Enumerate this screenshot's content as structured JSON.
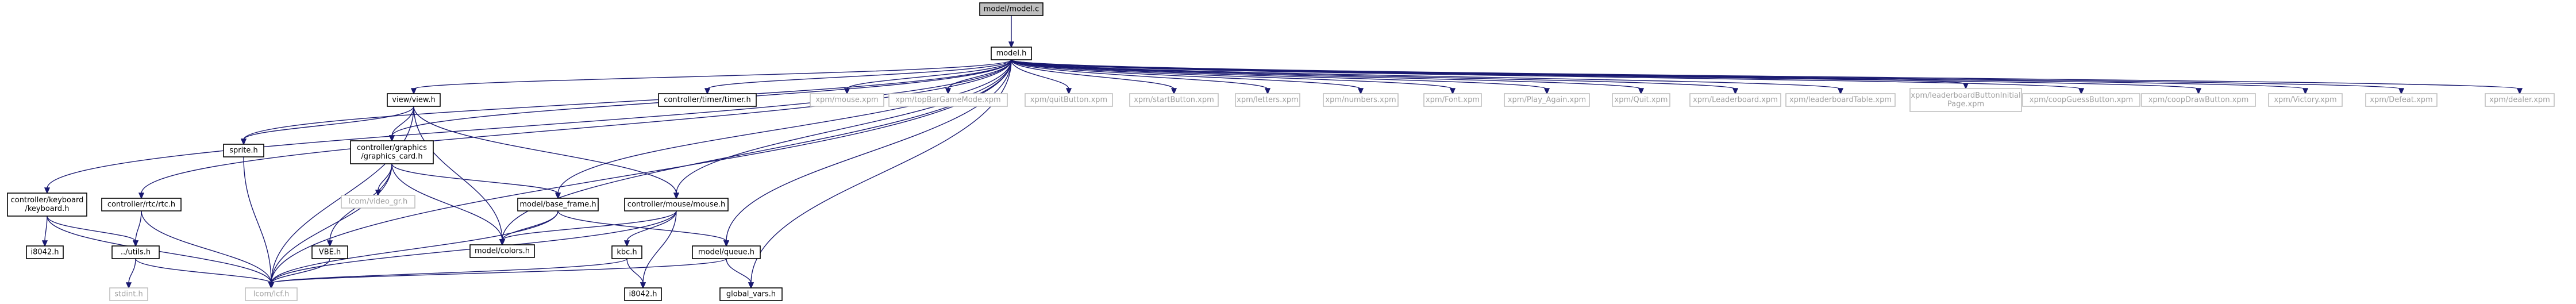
{
  "graph": {
    "title": "model/model.c",
    "colors": {
      "edge": "#191970",
      "node_border": "#000000",
      "node_border_system": "#bfbfbf",
      "root_fill": "#bfbfbf",
      "node_fill": "#ffffff",
      "text": "#000000",
      "text_system": "#a0a0a0"
    },
    "nodes": [
      {
        "id": "model_c",
        "label": "model/model.c",
        "kind": "root"
      },
      {
        "id": "model_h",
        "label": "model.h",
        "kind": "local"
      },
      {
        "id": "ctrl_kbd",
        "label": "controller/keyboard\n/keyboard.h",
        "kind": "local"
      },
      {
        "id": "ctrl_rtc",
        "label": "controller/rtc/rtc.h",
        "kind": "local"
      },
      {
        "id": "sprite",
        "label": "sprite.h",
        "kind": "local"
      },
      {
        "id": "view",
        "label": "view/view.h",
        "kind": "local"
      },
      {
        "id": "ctrl_timer",
        "label": "controller/timer/timer.h",
        "kind": "local"
      },
      {
        "id": "gfx",
        "label": "controller/graphics\n/graphics_card.h",
        "kind": "local"
      },
      {
        "id": "base_frame",
        "label": "model/base_frame.h",
        "kind": "local"
      },
      {
        "id": "ctrl_mouse",
        "label": "controller/mouse/mouse.h",
        "kind": "local"
      },
      {
        "id": "queue",
        "label": "model/queue.h",
        "kind": "local"
      },
      {
        "id": "global_vars",
        "label": "global_vars.h",
        "kind": "local"
      },
      {
        "id": "colors",
        "label": "model/colors.h",
        "kind": "local"
      },
      {
        "id": "utils",
        "label": "../utils.h",
        "kind": "local"
      },
      {
        "id": "vbe",
        "label": "VBE.h",
        "kind": "local"
      },
      {
        "id": "kbc",
        "label": "kbc.h",
        "kind": "local"
      },
      {
        "id": "i8042_kbc",
        "label": "i8042.h",
        "kind": "local"
      },
      {
        "id": "i8042_kbd",
        "label": "i8042.h",
        "kind": "local"
      },
      {
        "id": "lcom_lcf",
        "label": "lcom/lcf.h",
        "kind": "system"
      },
      {
        "id": "stdint",
        "label": "stdint.h",
        "kind": "system"
      },
      {
        "id": "video_gr",
        "label": "lcom/video_gr.h",
        "kind": "system"
      },
      {
        "id": "xpm_mouse",
        "label": "xpm/mouse.xpm",
        "kind": "system"
      },
      {
        "id": "xpm_topbar",
        "label": "xpm/topBarGameMode.xpm",
        "kind": "system"
      },
      {
        "id": "xpm_quitbtn",
        "label": "xpm/quitButton.xpm",
        "kind": "system"
      },
      {
        "id": "xpm_startbtn",
        "label": "xpm/startButton.xpm",
        "kind": "system"
      },
      {
        "id": "xpm_letters",
        "label": "xpm/letters.xpm",
        "kind": "system"
      },
      {
        "id": "xpm_numbers",
        "label": "xpm/numbers.xpm",
        "kind": "system"
      },
      {
        "id": "xpm_font",
        "label": "xpm/Font.xpm",
        "kind": "system"
      },
      {
        "id": "xpm_playagain",
        "label": "xpm/Play_Again.xpm",
        "kind": "system"
      },
      {
        "id": "xpm_quit",
        "label": "xpm/Quit.xpm",
        "kind": "system"
      },
      {
        "id": "xpm_leaderboard",
        "label": "xpm/Leaderboard.xpm",
        "kind": "system"
      },
      {
        "id": "xpm_lbtable",
        "label": "xpm/leaderboardTable.xpm",
        "kind": "system"
      },
      {
        "id": "xpm_lbbtn",
        "label": "xpm/leaderboardButtonInitial\nPage.xpm",
        "kind": "system"
      },
      {
        "id": "xpm_coopguess",
        "label": "xpm/coopGuessButton.xpm",
        "kind": "system"
      },
      {
        "id": "xpm_coopdraw",
        "label": "xpm/coopDrawButton.xpm",
        "kind": "system"
      },
      {
        "id": "xpm_victory",
        "label": "xpm/Victory.xpm",
        "kind": "system"
      },
      {
        "id": "xpm_defeat",
        "label": "xpm/Defeat.xpm",
        "kind": "system"
      },
      {
        "id": "xpm_dealer",
        "label": "xpm/dealer.xpm",
        "kind": "system"
      }
    ],
    "edges": [
      [
        "model_c",
        "model_h"
      ],
      [
        "model_h",
        "ctrl_kbd"
      ],
      [
        "model_h",
        "ctrl_rtc"
      ],
      [
        "model_h",
        "sprite"
      ],
      [
        "model_h",
        "view"
      ],
      [
        "model_h",
        "lcom_lcf"
      ],
      [
        "model_h",
        "gfx"
      ],
      [
        "model_h",
        "colors"
      ],
      [
        "model_h",
        "base_frame"
      ],
      [
        "model_h",
        "ctrl_mouse"
      ],
      [
        "model_h",
        "queue"
      ],
      [
        "model_h",
        "global_vars"
      ],
      [
        "model_h",
        "ctrl_timer"
      ],
      [
        "model_h",
        "xpm_mouse"
      ],
      [
        "model_h",
        "xpm_topbar"
      ],
      [
        "model_h",
        "xpm_quitbtn"
      ],
      [
        "model_h",
        "xpm_startbtn"
      ],
      [
        "model_h",
        "xpm_letters"
      ],
      [
        "model_h",
        "xpm_numbers"
      ],
      [
        "model_h",
        "xpm_font"
      ],
      [
        "model_h",
        "xpm_playagain"
      ],
      [
        "model_h",
        "xpm_quit"
      ],
      [
        "model_h",
        "xpm_leaderboard"
      ],
      [
        "model_h",
        "xpm_lbtable"
      ],
      [
        "model_h",
        "xpm_lbbtn"
      ],
      [
        "model_h",
        "xpm_coopguess"
      ],
      [
        "model_h",
        "xpm_coopdraw"
      ],
      [
        "model_h",
        "xpm_victory"
      ],
      [
        "model_h",
        "xpm_defeat"
      ],
      [
        "model_h",
        "xpm_dealer"
      ],
      [
        "ctrl_kbd",
        "i8042_kbd"
      ],
      [
        "ctrl_kbd",
        "utils"
      ],
      [
        "ctrl_kbd",
        "lcom_lcf"
      ],
      [
        "ctrl_rtc",
        "utils"
      ],
      [
        "ctrl_rtc",
        "lcom_lcf"
      ],
      [
        "utils",
        "stdint"
      ],
      [
        "utils",
        "lcom_lcf"
      ],
      [
        "sprite",
        "lcom_lcf"
      ],
      [
        "view",
        "sprite"
      ],
      [
        "view",
        "gfx"
      ],
      [
        "view",
        "lcom_lcf"
      ],
      [
        "view",
        "colors"
      ],
      [
        "view",
        "ctrl_mouse"
      ],
      [
        "gfx",
        "lcom_lcf"
      ],
      [
        "gfx",
        "video_gr"
      ],
      [
        "gfx",
        "vbe"
      ],
      [
        "gfx",
        "colors"
      ],
      [
        "gfx",
        "base_frame"
      ],
      [
        "vbe",
        "lcom_lcf"
      ],
      [
        "base_frame",
        "colors"
      ],
      [
        "base_frame",
        "lcom_lcf"
      ],
      [
        "base_frame",
        "queue"
      ],
      [
        "ctrl_mouse",
        "colors"
      ],
      [
        "ctrl_mouse",
        "kbc"
      ],
      [
        "ctrl_mouse",
        "i8042_kbc"
      ],
      [
        "ctrl_mouse",
        "lcom_lcf"
      ],
      [
        "kbc",
        "i8042_kbc"
      ],
      [
        "kbc",
        "lcom_lcf"
      ],
      [
        "queue",
        "lcom_lcf"
      ],
      [
        "queue",
        "global_vars"
      ]
    ]
  }
}
